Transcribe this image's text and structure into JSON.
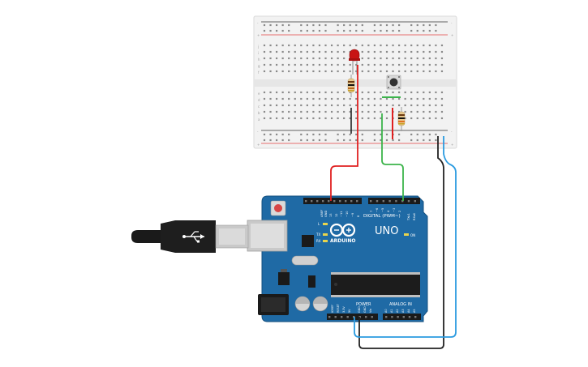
{
  "breadboard": {
    "rails_top_labels": [
      "-",
      "+"
    ],
    "rails_bottom_labels": [
      "-",
      "+"
    ],
    "row_letters_top": [
      "j",
      "i",
      "h",
      "g",
      "f"
    ],
    "row_letters_bottom": [
      "e",
      "d",
      "c",
      "b",
      "a"
    ],
    "column_count": 30
  },
  "arduino": {
    "model_label": "UNO",
    "brand_label": "ARDUINO",
    "digital_label": "DIGITAL (PWM~)",
    "power_label": "POWER",
    "analog_label": "ANALOG IN",
    "on_label": "ON",
    "led_labels": [
      "L",
      "TX",
      "RX"
    ],
    "top_header_labels": [
      "AREF",
      "GND",
      "13",
      "12",
      "~11",
      "~10",
      "~9",
      "8",
      "7",
      "~6",
      "~5",
      "4",
      "~3",
      "2",
      "TX▸1",
      "RX◂0"
    ],
    "power_header_labels": [
      "IOREF",
      "RESET",
      "3.3V",
      "5V",
      "GND",
      "GND",
      "Vin"
    ],
    "analog_header_labels": [
      "A0",
      "A1",
      "A2",
      "A3",
      "A4",
      "A5"
    ]
  },
  "wires": {
    "red": "#e02020",
    "green": "#3cb44b",
    "black": "#222222",
    "blue": "#2b9be0"
  },
  "colors": {
    "board_blue": "#1f6aa5",
    "board_blue_dark": "#14507f",
    "breadboard_bg": "#f2f2f2"
  }
}
